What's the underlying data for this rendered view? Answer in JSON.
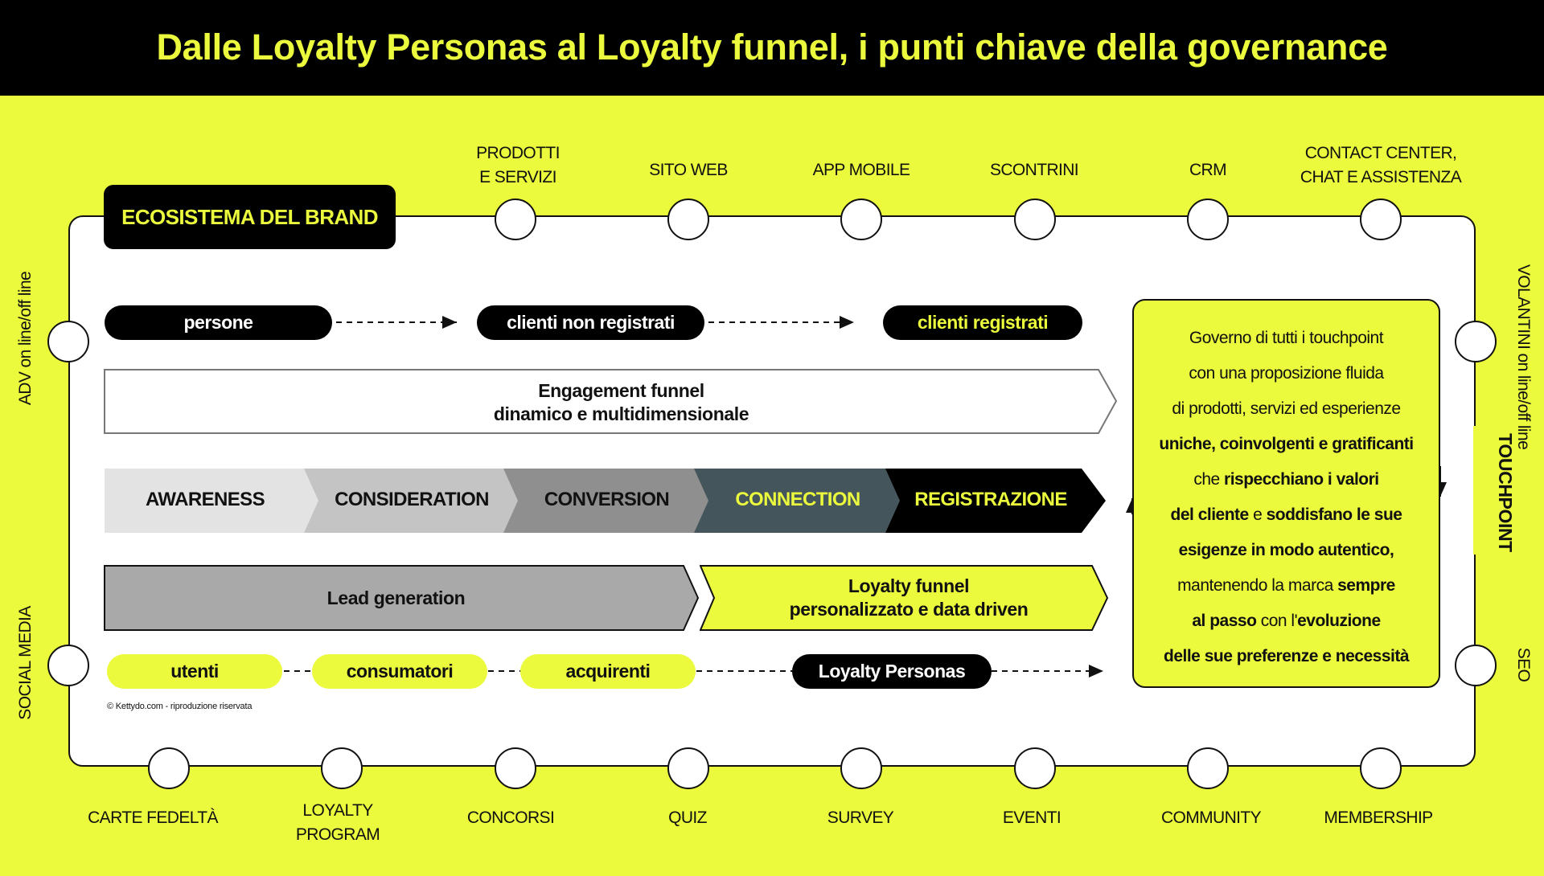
{
  "header": {
    "title": "Dalle Loyalty Personas al Loyalty funnel, i punti chiave della governance"
  },
  "brand_box": "ECOSISTEMA DEL BRAND",
  "touchpoints_top": [
    [
      "PRODOTTI",
      "E SERVIZI"
    ],
    [
      "SITO WEB"
    ],
    [
      "APP MOBILE"
    ],
    [
      "SCONTRINI"
    ],
    [
      "CRM"
    ],
    [
      "CONTACT CENTER,",
      "CHAT E ASSISTENZA"
    ]
  ],
  "touchpoints_bottom": [
    [
      "CARTE FEDELTÀ"
    ],
    [
      "LOYALTY",
      "PROGRAM"
    ],
    [
      "CONCORSI"
    ],
    [
      "QUIZ"
    ],
    [
      "SURVEY"
    ],
    [
      "EVENTI"
    ],
    [
      "COMMUNITY"
    ],
    [
      "MEMBERSHIP"
    ]
  ],
  "touchpoints_left": [
    "ADV on line/off line",
    "SOCIAL MEDIA"
  ],
  "touchpoints_right": [
    "VOLANTINI on line/off line",
    "SEO"
  ],
  "audience_row": [
    "persone",
    "clienti non registrati",
    "clienti registrati"
  ],
  "engagement": [
    "Engagement funnel",
    "dinamico e multidimensionale"
  ],
  "stages": [
    {
      "label": "AWARENESS",
      "color": "#e3e3e3",
      "text_color": "#111111"
    },
    {
      "label": "CONSIDERATION",
      "color": "#c4c4c4",
      "text_color": "#111111"
    },
    {
      "label": "CONVERSION",
      "color": "#8f8f8f",
      "text_color": "#111111"
    },
    {
      "label": "CONNECTION",
      "color": "#44555b",
      "text_color": "#ebfa3c"
    },
    {
      "label": "REGISTRAZIONE",
      "color": "#000000",
      "text_color": "#ebfa3c"
    }
  ],
  "lead_generation": "Lead generation",
  "loyalty_funnel": [
    "Loyalty funnel",
    "personalizzato e data driven"
  ],
  "bottom_row": [
    "utenti",
    "consumatori",
    "acquirenti",
    "Loyalty Personas"
  ],
  "copyright": "© Kettydo.com - riproduzione riservata",
  "touchpoint_box": {
    "lines": [
      [
        {
          "t": "Governo di tutti i touchpoint",
          "b": false
        }
      ],
      [
        {
          "t": "con una proposizione fluida",
          "b": false
        }
      ],
      [
        {
          "t": "di prodotti, servizi ed esperienze",
          "b": false
        }
      ],
      [
        {
          "t": "uniche, coinvolgenti e gratificanti",
          "b": true
        }
      ],
      [
        {
          "t": "che ",
          "b": false
        },
        {
          "t": "rispecchiano i valori",
          "b": true
        }
      ],
      [
        {
          "t": "del cliente",
          "b": true
        },
        {
          "t": " e ",
          "b": false
        },
        {
          "t": "soddisfano le sue",
          "b": true
        }
      ],
      [
        {
          "t": "esigenze in modo autentico,",
          "b": true
        }
      ],
      [
        {
          "t": "mantenendo la marca ",
          "b": false
        },
        {
          "t": "sempre",
          "b": true
        }
      ],
      [
        {
          "t": "al passo",
          "b": true
        },
        {
          "t": " con l'",
          "b": false
        },
        {
          "t": "evoluzione",
          "b": true
        }
      ],
      [
        {
          "t": "delle sue preferenze e necessità",
          "b": true
        }
      ]
    ],
    "side_label": "TOUCHPOINT"
  },
  "colors": {
    "accent": "#ebfa3c",
    "dark": "#000000"
  }
}
